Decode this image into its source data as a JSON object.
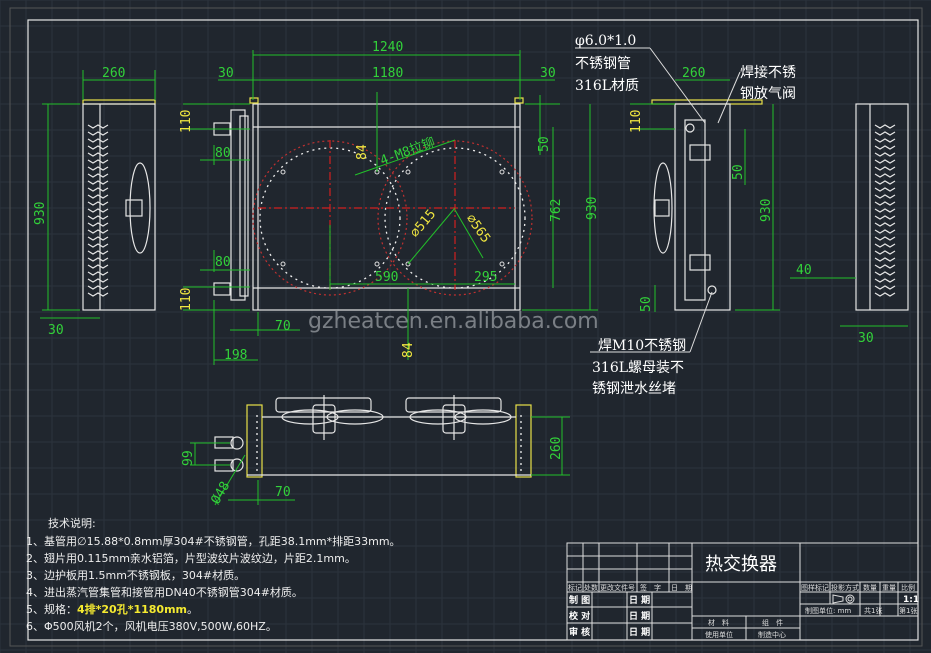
{
  "drawing_title": "热交换器",
  "watermark": "gzheatcen.en.alibaba.com",
  "side_view_left": {
    "width": "260",
    "height": "930",
    "bottom": "30"
  },
  "front_view": {
    "overall": "1240",
    "core": "1180",
    "edge_left": "30",
    "edge_right": "30",
    "top_offset": "110",
    "bottom_offset": "110",
    "pipe_upper": "80",
    "pipe_lower": "80",
    "rivet": "4-M8拉铆",
    "rivet_offset_top": "84",
    "rivet_offset_bottom": "84",
    "inner_dia": "∅515",
    "outer_dia": "∅565",
    "fan_pitch": "590",
    "fan_edge": "295",
    "right_top": "50",
    "inner_height": "762",
    "height": "930",
    "pipe_offset": "70",
    "flange": "198"
  },
  "side_view_right": {
    "width": "260",
    "top": "110",
    "right_top": "50",
    "bottom": "50",
    "height": "930",
    "far_offset": "40",
    "far_bottom": "30"
  },
  "callouts": {
    "tube": [
      "φ6.0*1.0",
      "不锈钢管",
      "316L材质"
    ],
    "vent": [
      "焊接不锈",
      "钢放气阀"
    ],
    "drain": [
      "焊M10不锈钢",
      "316L螺母装不",
      "锈钢泄水丝堵"
    ]
  },
  "bottom_view": {
    "pipe_pitch": "99",
    "pipe_dia": "Ø48",
    "pipe_offset": "70",
    "depth": "260"
  },
  "notes": {
    "title": "技术说明:",
    "items": [
      "1、基管用∅15.88*0.8mm厚304#不锈钢管，孔距38.1mm*排距33mm。",
      "2、翅片用0.115mm亲水铝箔，片型波纹片波纹边，片距2.1mm。",
      "3、边护板用1.5mm不锈钢板，304#材质。",
      "4、进出蒸汽管集管和接管用DN40不锈钢管304#材质。",
      "6、Φ500风机2个，风机电压380V,500W,60HZ。"
    ],
    "spec_label": "5、规格：",
    "spec_value": "4排*20孔*1180mm",
    "spec_end": "。"
  },
  "title_block": {
    "headers": [
      "标记",
      "处数",
      "更改文件号",
      "签　字",
      "日　期"
    ],
    "rows": [
      {
        "label": "制 图",
        "date": "日 期"
      },
      {
        "label": "校 对",
        "date": "日 期"
      },
      {
        "label": "审 核",
        "date": "日 期"
      }
    ],
    "material": "材　料",
    "part": "组　件",
    "user": "使用单位",
    "center": "制造中心",
    "right_headers": [
      "图样标记",
      "投影方式",
      "数量",
      "重量",
      "比例"
    ],
    "scale": "1:1",
    "unit": "制图单位: mm",
    "sheets_total": "共1张",
    "sheet_no": "第1张"
  }
}
